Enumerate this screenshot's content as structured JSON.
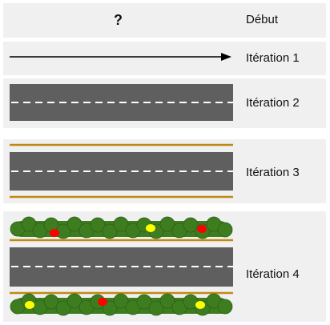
{
  "rows": [
    {
      "label": "Début",
      "symbol": "?"
    },
    {
      "label": "Itération 1",
      "depiction": "arrow"
    },
    {
      "label": "Itération 2",
      "depiction": "road"
    },
    {
      "label": "Itération 3",
      "depiction": "road with yellow border lines"
    },
    {
      "label": "Itération 4",
      "depiction": "road with border lines and flower bushes"
    }
  ],
  "colors": {
    "panel": "#f0f0f0",
    "road": "#5f5f5f",
    "dash": "#ffffff",
    "border_line": "#c08a12",
    "bush": "#3e7d1f",
    "bush_edge": "#2c5f15",
    "flower_red": "#ff0000",
    "flower_yellow": "#ffff00"
  }
}
